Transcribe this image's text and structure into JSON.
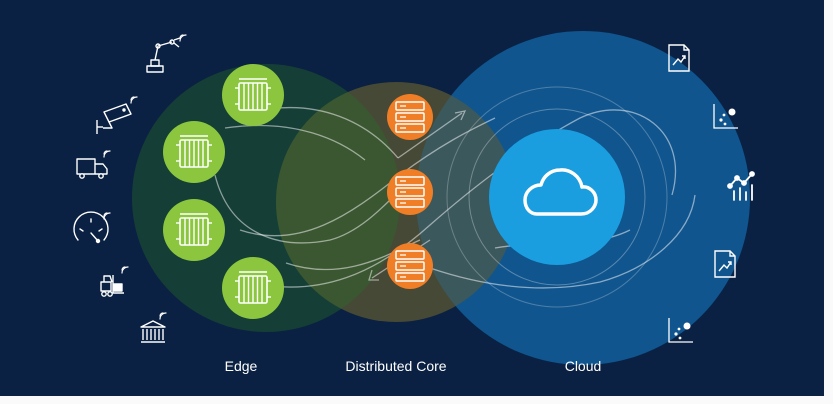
{
  "diagram": {
    "zones": [
      {
        "id": "edge",
        "label": "Edge"
      },
      {
        "id": "core",
        "label": "Distributed Core"
      },
      {
        "id": "cloud",
        "label": "Cloud"
      }
    ],
    "edge_node_count": 4,
    "core_server_count": 3,
    "left_icons": [
      "robotic-arm-icon",
      "security-camera-icon",
      "delivery-truck-icon",
      "gauge-meter-icon",
      "forklift-icon",
      "bank-building-icon"
    ],
    "right_icons": [
      "document-chart-icon",
      "scatter-plot-icon",
      "analytics-bars-icon",
      "document-chart-icon",
      "scatter-plot-icon"
    ],
    "center_icon": "cloud-icon"
  },
  "colors": {
    "background": "#0b2143",
    "frame": "#fafafa",
    "edge_zone": "#1f5a2c",
    "core_zone": "#4a4030",
    "cloud_zone": "#0c4e86",
    "node_green": "#8cc63e",
    "server_orange": "#f07e26",
    "cloud_blue": "#1a9ee0"
  }
}
